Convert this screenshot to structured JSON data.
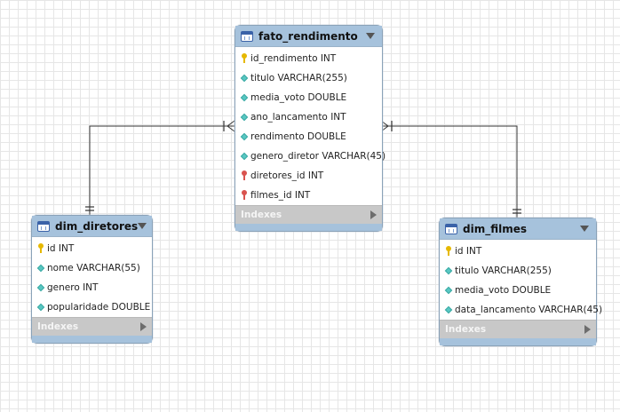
{
  "tables": {
    "fato": {
      "name": "fato_rendimento",
      "columns": [
        {
          "text": "id_rendimento INT",
          "kind": "pk"
        },
        {
          "text": "titulo VARCHAR(255)",
          "kind": "col"
        },
        {
          "text": "media_voto DOUBLE",
          "kind": "col"
        },
        {
          "text": "ano_lancamento INT",
          "kind": "col"
        },
        {
          "text": "rendimento DOUBLE",
          "kind": "col"
        },
        {
          "text": "genero_diretor VARCHAR(45)",
          "kind": "col"
        },
        {
          "text": "diretores_id INT",
          "kind": "fk"
        },
        {
          "text": "filmes_id INT",
          "kind": "fk"
        }
      ],
      "indexes_label": "Indexes"
    },
    "diretores": {
      "name": "dim_diretores",
      "columns": [
        {
          "text": "id INT",
          "kind": "pk"
        },
        {
          "text": "nome VARCHAR(55)",
          "kind": "col"
        },
        {
          "text": "genero INT",
          "kind": "col"
        },
        {
          "text": "popularidade DOUBLE",
          "kind": "col"
        }
      ],
      "indexes_label": "Indexes"
    },
    "filmes": {
      "name": "dim_filmes",
      "columns": [
        {
          "text": "id INT",
          "kind": "pk"
        },
        {
          "text": "titulo VARCHAR(255)",
          "kind": "col"
        },
        {
          "text": "media_voto DOUBLE",
          "kind": "col"
        },
        {
          "text": "data_lancamento VARCHAR(45)",
          "kind": "col"
        }
      ],
      "indexes_label": "Indexes"
    }
  },
  "relationships": [
    {
      "from": "dim_diretores",
      "to": "fato_rendimento",
      "from_end": "one",
      "to_end": "many"
    },
    {
      "from": "dim_filmes",
      "to": "fato_rendimento",
      "from_end": "one",
      "to_end": "many"
    }
  ],
  "colors": {
    "header": "#a6c2dc",
    "indexes_bar": "#c8c8c8",
    "connector": "#333333",
    "pk_icon": "#e6b800",
    "fk_icon": "#d9534f",
    "column_icon": "#58c7c2"
  }
}
